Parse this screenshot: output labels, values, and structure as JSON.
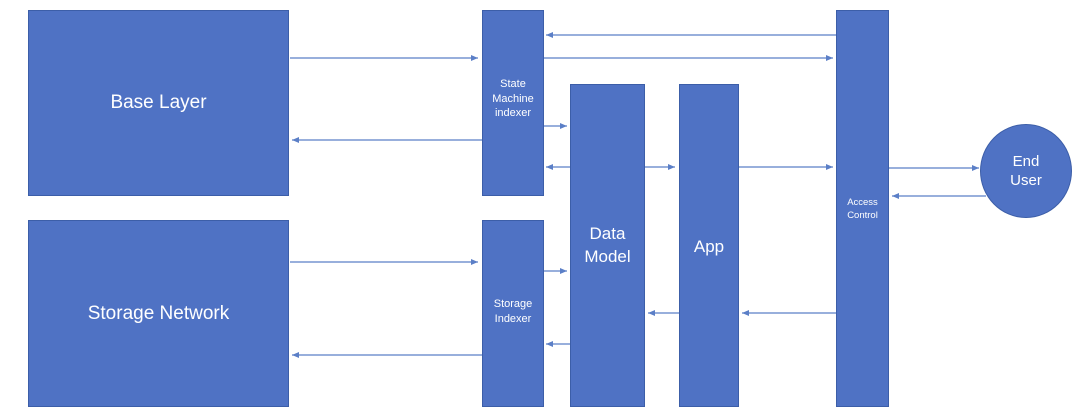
{
  "nodes": {
    "base_layer": "Base Layer",
    "storage_network": "Storage Network",
    "state_machine_indexer": "State\nMachine\nindexer",
    "storage_indexer": "Storage\nIndexer",
    "data_model": "Data\nModel",
    "app": "App",
    "access_control": "Access\nControl",
    "end_user": "End\nUser"
  },
  "colors": {
    "box_fill": "#4f72c4",
    "box_border": "#3c5ea8",
    "arrow": "#5b7fc7",
    "label_text": "#ffffff"
  }
}
